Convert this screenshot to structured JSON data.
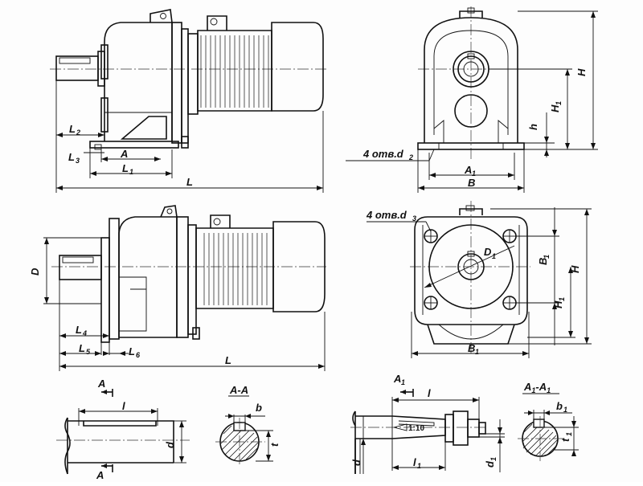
{
  "labels": {
    "L": "L",
    "L2": "L",
    "L2s": "2",
    "L3": "L",
    "L3s": "3",
    "A": "A",
    "L1": "L",
    "L1s": "1",
    "H": "H",
    "H1": "H",
    "H1s": "1",
    "h": "h",
    "holes_d2": "4 отв.d",
    "holes_d2s": "2",
    "A1": "A",
    "A1s": "1",
    "B": "B",
    "D": "D",
    "L4": "L",
    "L4s": "4",
    "L5": "L",
    "L5s": "5",
    "L6": "L",
    "L6s": "6",
    "L_b": "L",
    "holes_d3": "4 отв.d",
    "holes_d3s": "3",
    "D1": "D",
    "D1s": "1",
    "B1_v": "B",
    "B1_vs": "1",
    "H_b": "H",
    "H1_b": "H",
    "H1_bs": "1",
    "B1": "B",
    "B1s": "1",
    "sec_A_top": "A",
    "sec_A_bottom": "A",
    "l": "l",
    "d": "d",
    "sec_AA": "A-A",
    "b": "b",
    "t": "t",
    "sec_A1_top": "A",
    "sec_A1_tops": "1",
    "l_r": "l",
    "taper": "1:10",
    "d_r": "d",
    "l1": "l",
    "l1s": "1",
    "d1": "d",
    "d1s": "1",
    "sec_A1A1": "A",
    "sec_A1A1s": "1",
    "sec_A1A1b": "-A",
    "sec_A1A1bs": "1",
    "b1": "b",
    "b1s": "1",
    "t1": "t",
    "t1s": "1"
  }
}
